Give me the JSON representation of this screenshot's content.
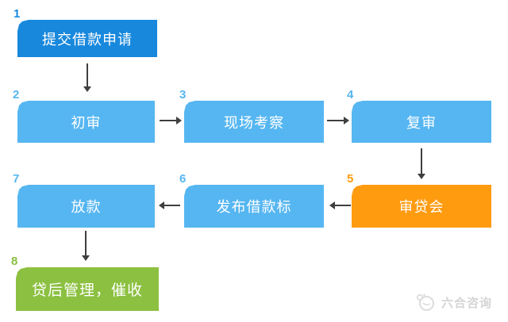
{
  "flow": {
    "title_hint": "loan-process-flowchart",
    "steps": [
      {
        "num": "1",
        "label": "提交借款申请",
        "color": "#1888DC"
      },
      {
        "num": "2",
        "label": "初审",
        "color": "#56B6F1"
      },
      {
        "num": "3",
        "label": "现场考察",
        "color": "#56B6F1"
      },
      {
        "num": "4",
        "label": "复审",
        "color": "#56B6F1"
      },
      {
        "num": "5",
        "label": "审贷会",
        "color": "#FF9B0F"
      },
      {
        "num": "6",
        "label": "发布借款标",
        "color": "#56B6F1"
      },
      {
        "num": "7",
        "label": "放款",
        "color": "#56B6F1"
      },
      {
        "num": "8",
        "label": "贷后管理，催收",
        "color": "#8CC041"
      }
    ],
    "colors": {
      "step_text": "#FFFFFF",
      "arrow": "#3F3F3F",
      "background": "#FFFFFF"
    },
    "icons": {
      "arrow_style": "straight-dark-gray-arrow"
    }
  },
  "watermark": {
    "text": "六合咨询",
    "logo": "liuhe-swirl-logo-icon",
    "color": "#D5D5D5"
  }
}
